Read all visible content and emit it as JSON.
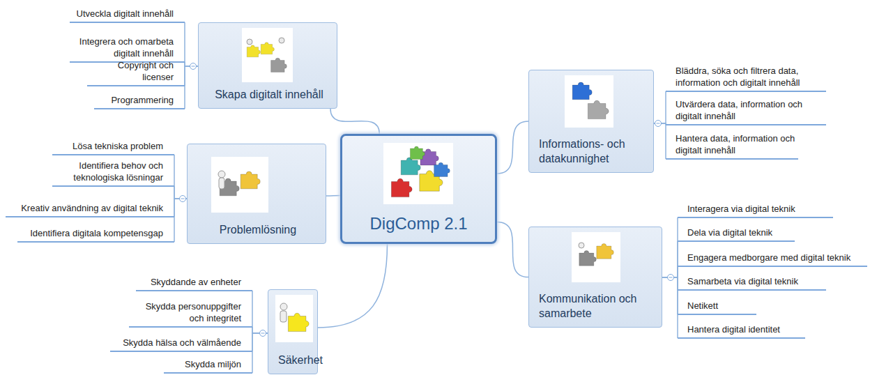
{
  "diagram": {
    "nodes": [
      {
        "text": [
          "DigComp 2.1"
        ]
      },
      {
        "text": [
          "Skapa digitalt innehåll"
        ]
      },
      {
        "text": [
          "Utveckla digitalt innehåll"
        ]
      },
      {
        "text": [
          "Integrera och omarbeta digitalt innehåll"
        ]
      },
      {
        "text": [
          "Copyright och licenser"
        ]
      },
      {
        "text": [
          "Programmering"
        ]
      },
      {
        "text": [
          "Informations- och datakunnighet"
        ]
      },
      {
        "text": [
          "Bläddra, söka och filtrera data, information och digitalt innehåll"
        ]
      },
      {
        "text": [
          "Utvärdera data, information och digitalt innehåll"
        ]
      },
      {
        "text": [
          "Hantera data, information och digitalt innehåll"
        ]
      },
      {
        "text": [
          "Problemlösning"
        ]
      },
      {
        "text": [
          "Lösa tekniska problem"
        ]
      },
      {
        "text": [
          "Identifiera behov och teknologiska lösningar"
        ]
      },
      {
        "text": [
          "Kreativ användning av digital teknik"
        ]
      },
      {
        "text": [
          "Identifiera digitala kompetensgap"
        ]
      },
      {
        "text": [
          "Kommunikation och samarbete"
        ]
      },
      {
        "text": [
          "Interagera via digital teknik"
        ]
      },
      {
        "text": [
          "Dela via digital teknik"
        ]
      },
      {
        "text": [
          "Engagera medborgare med digital teknik"
        ]
      },
      {
        "text": [
          "Samarbeta via digital teknik"
        ]
      },
      {
        "text": [
          "Netikett"
        ]
      },
      {
        "text": [
          "Hantera digital identitet"
        ]
      },
      {
        "text": [
          "Säkerhet"
        ]
      },
      {
        "text": [
          "Skyddande av enheter"
        ]
      },
      {
        "text": [
          "Skydda personuppgifter och integritet"
        ]
      },
      {
        "text": [
          "Skydda hälsa och välmående"
        ]
      },
      {
        "text": [
          "Skydda miljön"
        ]
      }
    ],
    "edges": [
      {
        "from": 0,
        "to": 1,
        "arrow": "none"
      },
      {
        "from": 1,
        "to": 2,
        "arrow": "none"
      },
      {
        "from": 1,
        "to": 3,
        "arrow": "none"
      },
      {
        "from": 1,
        "to": 4,
        "arrow": "none"
      },
      {
        "from": 1,
        "to": 5,
        "arrow": "none"
      },
      {
        "from": 0,
        "to": 6,
        "arrow": "none"
      },
      {
        "from": 6,
        "to": 7,
        "arrow": "none"
      },
      {
        "from": 6,
        "to": 8,
        "arrow": "none"
      },
      {
        "from": 6,
        "to": 9,
        "arrow": "none"
      },
      {
        "from": 0,
        "to": 10,
        "arrow": "none"
      },
      {
        "from": 10,
        "to": 11,
        "arrow": "none"
      },
      {
        "from": 10,
        "to": 12,
        "arrow": "none"
      },
      {
        "from": 10,
        "to": 13,
        "arrow": "none"
      },
      {
        "from": 10,
        "to": 14,
        "arrow": "none"
      },
      {
        "from": 0,
        "to": 15,
        "arrow": "none"
      },
      {
        "from": 15,
        "to": 16,
        "arrow": "none"
      },
      {
        "from": 15,
        "to": 17,
        "arrow": "none"
      },
      {
        "from": 15,
        "to": 18,
        "arrow": "none"
      },
      {
        "from": 15,
        "to": 19,
        "arrow": "none"
      },
      {
        "from": 15,
        "to": 20,
        "arrow": "none"
      },
      {
        "from": 15,
        "to": 21,
        "arrow": "none"
      },
      {
        "from": 0,
        "to": 22,
        "arrow": "none"
      },
      {
        "from": 22,
        "to": 23,
        "arrow": "none"
      },
      {
        "from": 22,
        "to": 24,
        "arrow": "none"
      },
      {
        "from": 22,
        "to": 25,
        "arrow": "none"
      },
      {
        "from": 22,
        "to": 26,
        "arrow": "none"
      }
    ]
  }
}
